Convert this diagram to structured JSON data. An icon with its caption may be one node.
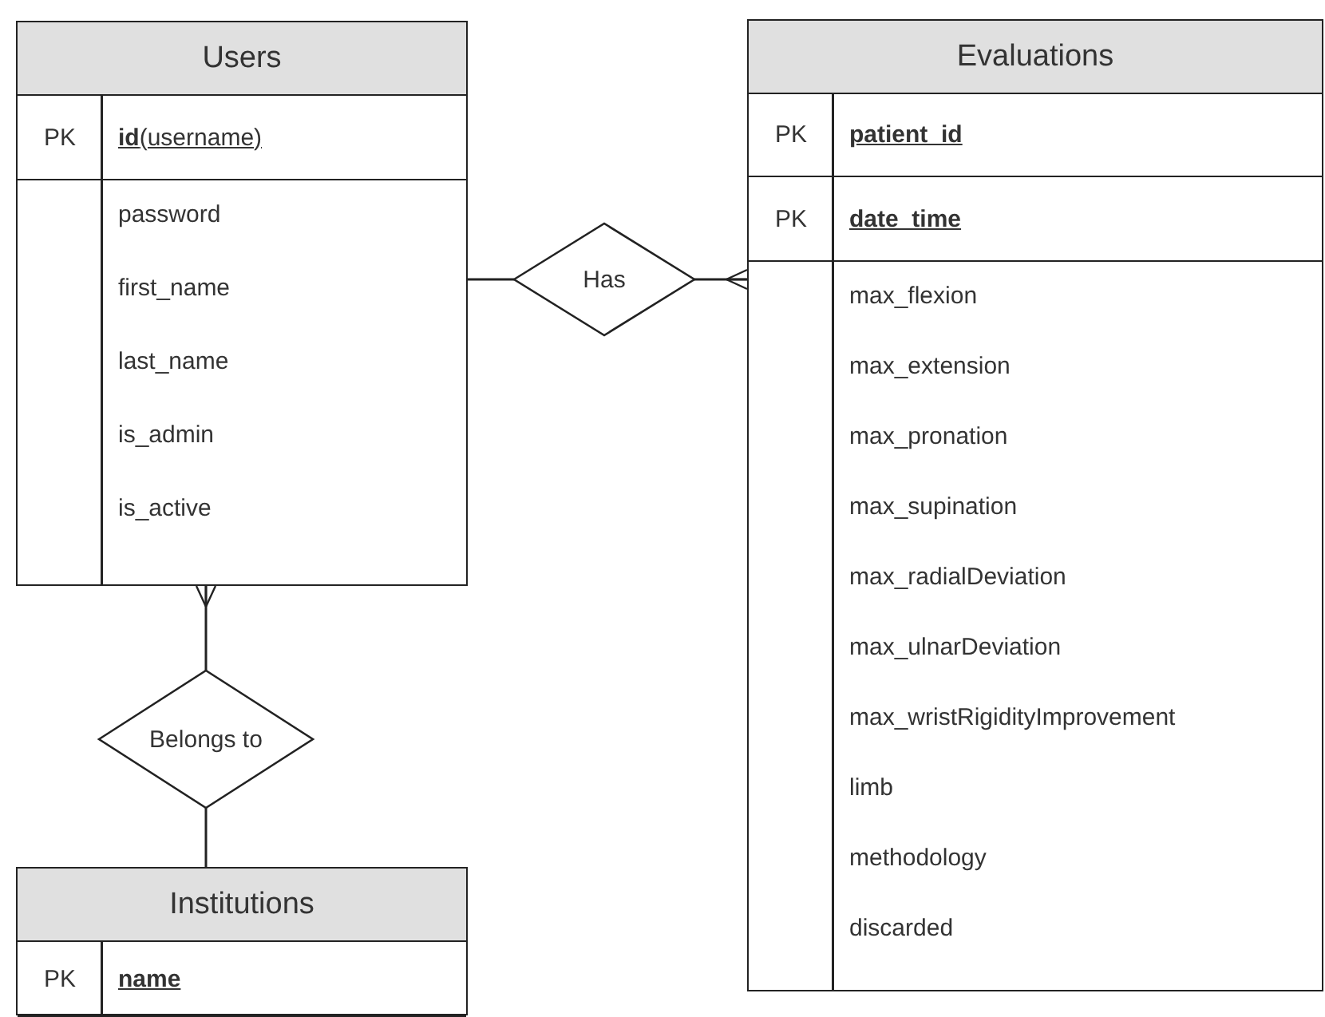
{
  "diagram": {
    "nodes": [
      {
        "text": [
          "Users"
        ]
      },
      {
        "text": [
          "PK",
          "**id**(username)"
        ],
        "in": 0
      },
      {
        "text": [
          "password",
          "first_name",
          "last_name",
          "is_admin",
          "is_active"
        ],
        "in": 0
      },
      {
        "text": [
          "Has"
        ]
      },
      {
        "text": [
          "Evaluations"
        ]
      },
      {
        "text": [
          "PK",
          "patient_id"
        ],
        "in": 4
      },
      {
        "text": [
          "PK",
          "date_time"
        ],
        "in": 4
      },
      {
        "text": [
          "max_flexion",
          "max_extension",
          "max_pronation",
          "max_supination",
          "max_radialDeviation",
          "max_ulnarDeviation",
          "max_wristRigidityImprovement",
          "limb",
          "methodology",
          "discarded"
        ],
        "in": 4
      },
      {
        "text": [
          "Belongs to"
        ]
      },
      {
        "text": [
          "Institutions"
        ]
      },
      {
        "text": [
          "PK",
          "name"
        ],
        "in": 9
      }
    ],
    "edges": [
      {
        "from": 0,
        "to": 3,
        "arrow": "none"
      },
      {
        "from": 3,
        "to": 4,
        "arrow": "other"
      },
      {
        "from": 8,
        "to": 0,
        "arrow": "other"
      },
      {
        "from": 8,
        "to": 9,
        "arrow": "none"
      }
    ]
  }
}
